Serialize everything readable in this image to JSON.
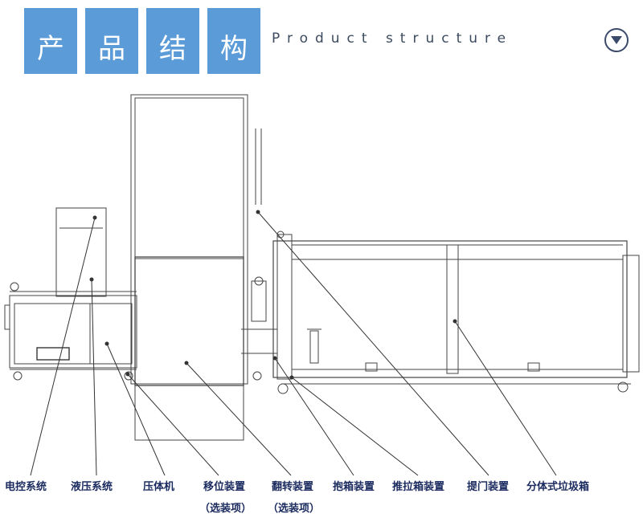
{
  "header": {
    "title_chars": [
      "产",
      "品",
      "结",
      "构"
    ],
    "subtitle": "Product structure",
    "toggle_icon": "chevron-down-circle-icon",
    "accent_color": "#5b9bd8"
  },
  "components": [
    {
      "label": "电控系统",
      "note": ""
    },
    {
      "label": "液压系统",
      "note": ""
    },
    {
      "label": "压体机",
      "note": ""
    },
    {
      "label": "移位装置",
      "note": "（选装项）"
    },
    {
      "label": "翻转装置",
      "note": "（选装项）"
    },
    {
      "label": "抱箱装置",
      "note": ""
    },
    {
      "label": "推拉箱装置",
      "note": ""
    },
    {
      "label": "提门装置",
      "note": ""
    },
    {
      "label": "分体式垃圾箱",
      "note": ""
    }
  ]
}
